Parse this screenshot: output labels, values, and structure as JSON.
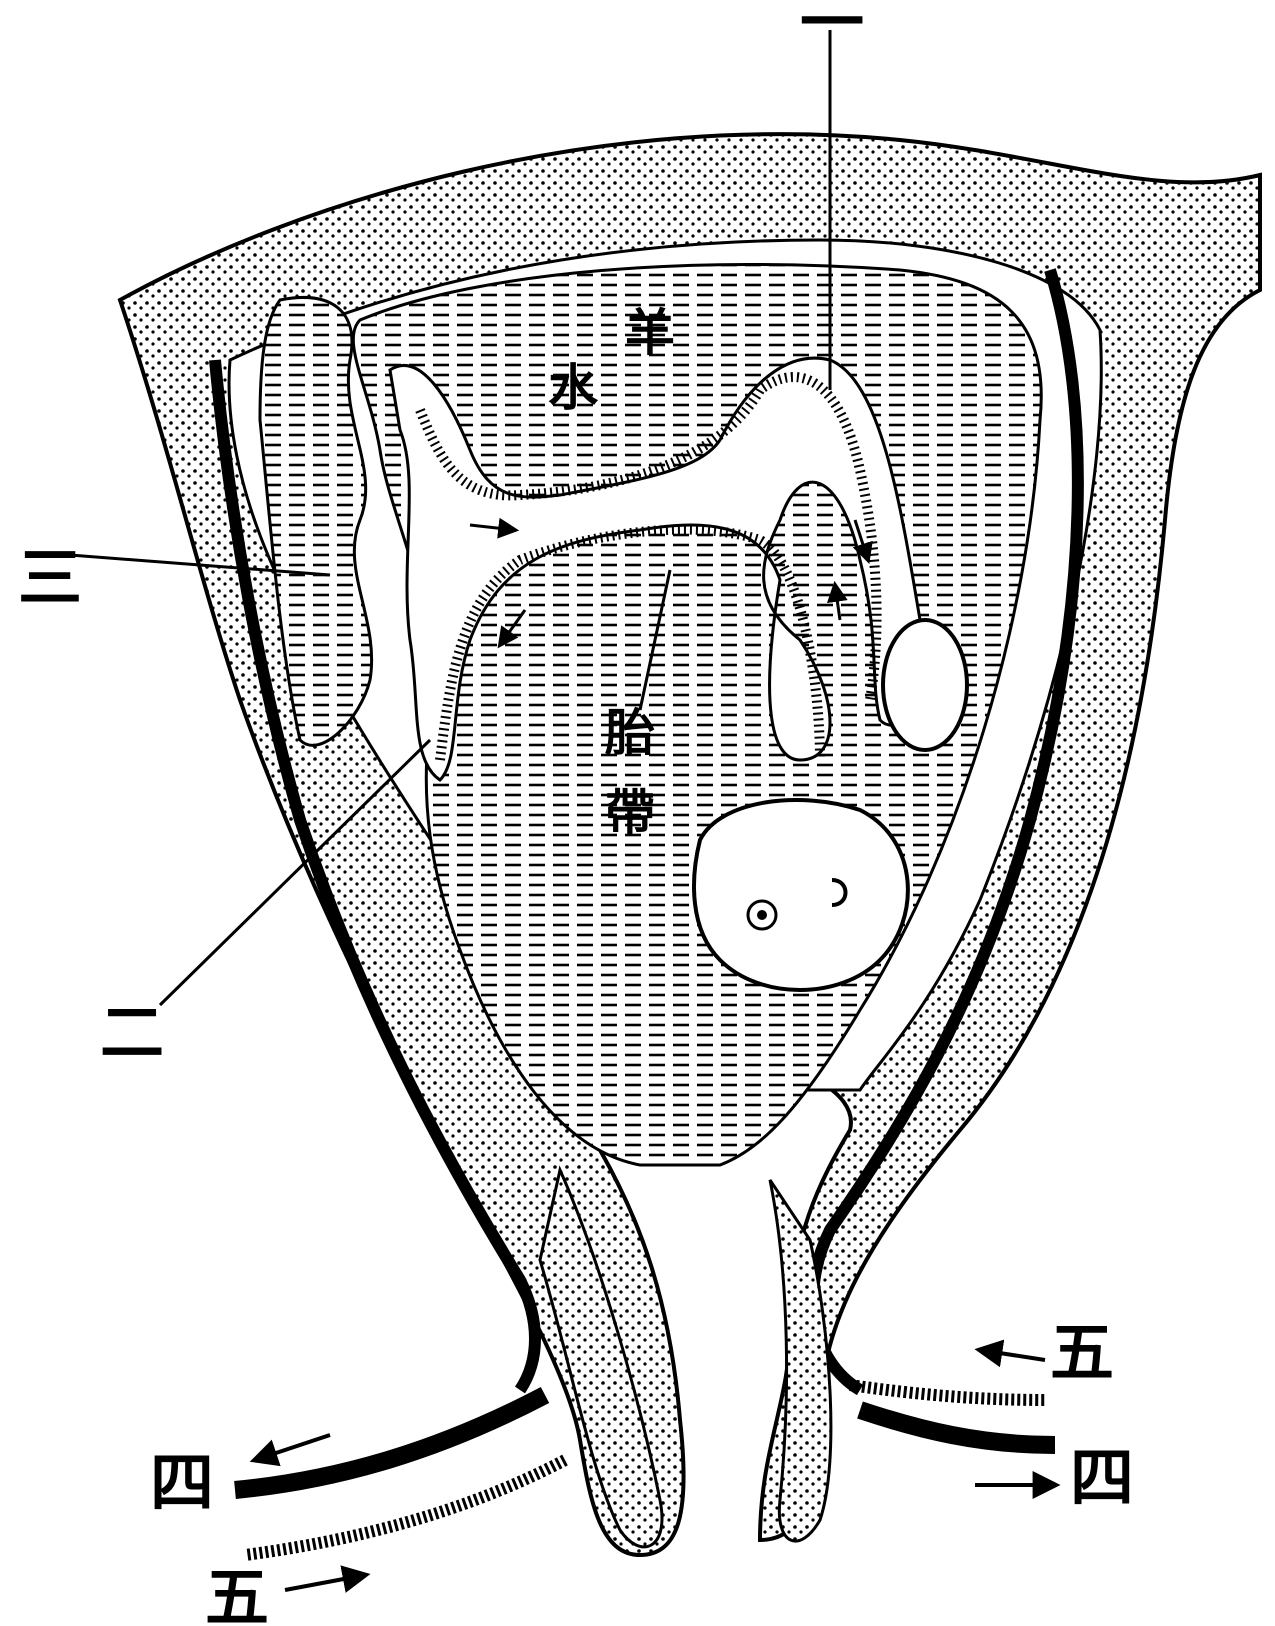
{
  "figure": {
    "labels": {
      "one": "一",
      "two": "二",
      "three": "三",
      "four_left": "四",
      "four_right": "四",
      "five_left": "五",
      "five_right": "五",
      "amniotic_char_1": "羊",
      "amniotic_char_2": "水",
      "cord_char_1": "胎",
      "cord_char_2": "帶"
    },
    "colors": {
      "ink": "#000000",
      "paper": "#ffffff"
    }
  }
}
